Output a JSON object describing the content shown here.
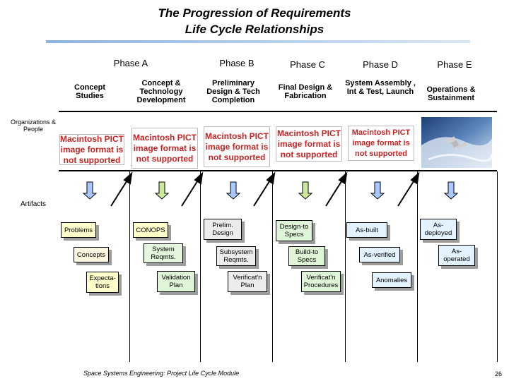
{
  "title": {
    "line1": "The Progression of Requirements",
    "line2": "Life Cycle Relationships"
  },
  "phases": [
    "Phase A",
    "Phase B",
    "Phase C",
    "Phase D",
    "Phase E"
  ],
  "subphases": [
    "Concept Studies",
    "Concept & Technology Development",
    "Preliminary Design & Tech Completion",
    "Final Design & Fabrication",
    "System Assembly , Int & Test, Launch",
    "Operations & Sustainment"
  ],
  "side_labels": {
    "orgs": "Organizations & People",
    "artifacts": "Artifacts"
  },
  "pict_text": "Macintosh PICT image format is not supported",
  "artifacts": {
    "problems": "Problems",
    "concepts": "Concepts",
    "expectations": "Expecta- tions",
    "conops": "CONOPS",
    "system_reqmts": "System Reqmts.",
    "validation_plan": "Validation Plan",
    "prelim_design": "Prelim. Design",
    "subsystem_reqmts": "Subsystem Reqmts.",
    "verification_plan": "Verificat'n Plan",
    "design_to": "Design-to Specs",
    "build_to": "Build-to Specs",
    "verification_procedures": "Verificat'n Procedures",
    "as_built": "As-built",
    "as_verified": "As-verified",
    "anomalies": "Anomalies",
    "as_deployed": "As- deployed",
    "as_operated": "As- operated"
  },
  "footer": "Space Systems Engineering: Project Life Cycle Module",
  "page_number": "26",
  "colors": {
    "arrow_blue": "#aac8ff",
    "arrow_green": "#cce8a0",
    "rule_blue": "#8ab2e0",
    "pict_red": "#cc2222"
  }
}
